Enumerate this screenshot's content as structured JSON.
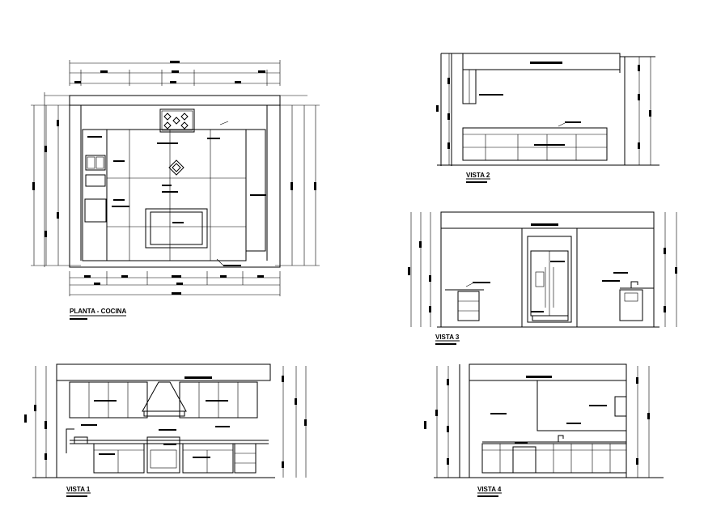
{
  "views": {
    "plan": {
      "title": "PLANTA - COCINA"
    },
    "vista1": {
      "title": "VISTA 1"
    },
    "vista2": {
      "title": "VISTA 2"
    },
    "vista3": {
      "title": "VISTA 3"
    },
    "vista4": {
      "title": "VISTA 4"
    }
  },
  "colors": {
    "line": "#000000",
    "background": "#ffffff"
  }
}
